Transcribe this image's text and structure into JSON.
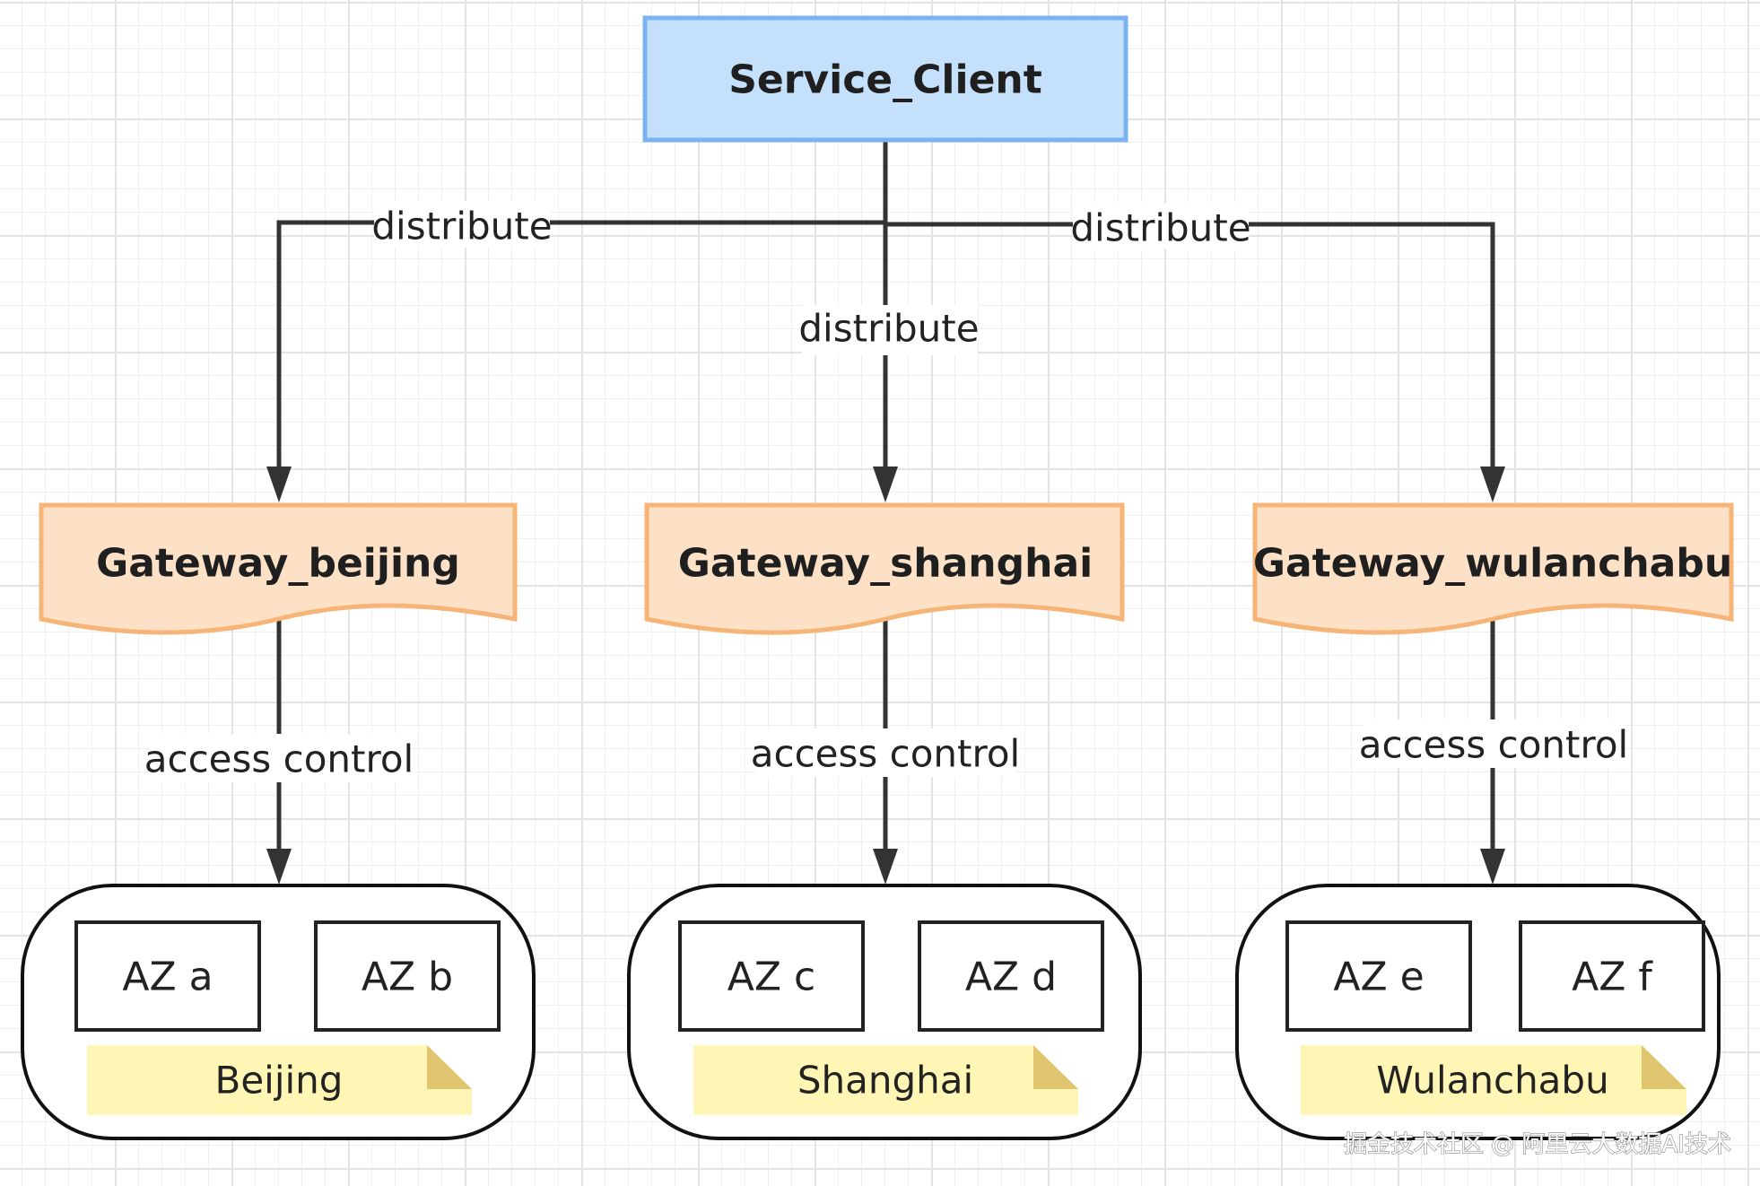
{
  "client": {
    "label": "Service_Client"
  },
  "edges": {
    "distribute_left": "distribute",
    "distribute_center": "distribute",
    "distribute_right": "distribute",
    "access_beijing": "access control",
    "access_shanghai": "access control",
    "access_wulanchabu": "access control"
  },
  "gateways": [
    {
      "label": "Gateway_beijing"
    },
    {
      "label": "Gateway_shanghai"
    },
    {
      "label": "Gateway_wulanchabu"
    }
  ],
  "regions": [
    {
      "azs": [
        "AZ a",
        "AZ b"
      ],
      "note": "Beijing"
    },
    {
      "azs": [
        "AZ c",
        "AZ d"
      ],
      "note": "Shanghai"
    },
    {
      "azs": [
        "AZ e",
        "AZ f"
      ],
      "note": "Wulanchabu"
    }
  ],
  "watermark": "掘金技术社区 @ 阿里云大数据AI技术",
  "colors": {
    "client_fill": "#c5e0fb",
    "client_stroke": "#7ab3f0",
    "gateway_fill": "#fde1c7",
    "gateway_stroke": "#f7b477",
    "note_fill": "#fff5b4",
    "note_fold": "#e0c46e",
    "connector": "#333333"
  }
}
